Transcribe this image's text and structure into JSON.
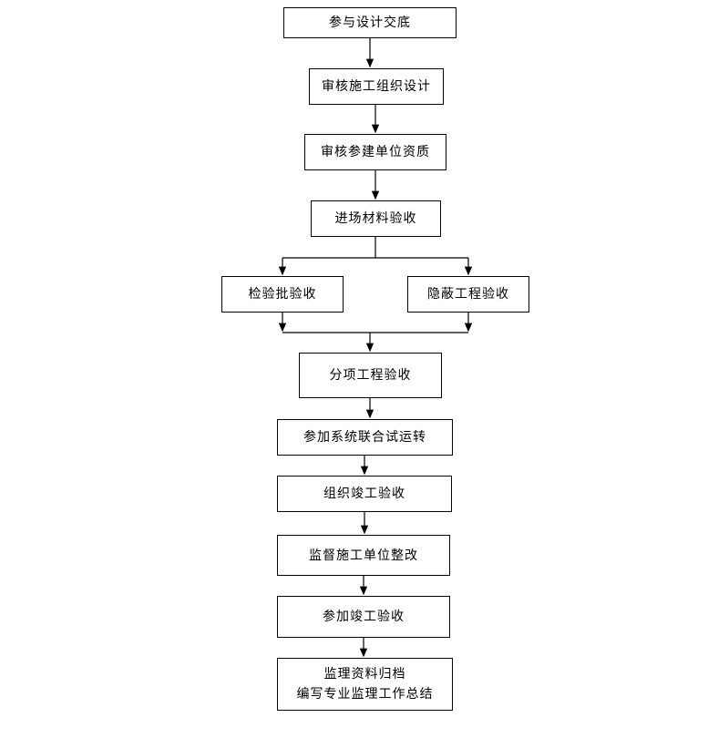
{
  "page": {
    "background_color": "#ffffff",
    "line_color": "#000000",
    "text_color": "#000000"
  },
  "flowchart": {
    "nodes": [
      {
        "label": "参与设计交底"
      },
      {
        "label": "审核施工组织设计"
      },
      {
        "label": "审核参建单位资质"
      },
      {
        "label": "进场材料验收"
      },
      {
        "label": "检验批验收"
      },
      {
        "label": "隐蔽工程验收"
      },
      {
        "label": "分项工程验收"
      },
      {
        "label": "参加系统联合试运转"
      },
      {
        "label": "组织竣工验收"
      },
      {
        "label": "监督施工单位整改"
      },
      {
        "label": "参加竣工验收"
      },
      {
        "label_line1": "监理资料归档",
        "label_line2": "编写专业监理工作总结"
      }
    ]
  }
}
